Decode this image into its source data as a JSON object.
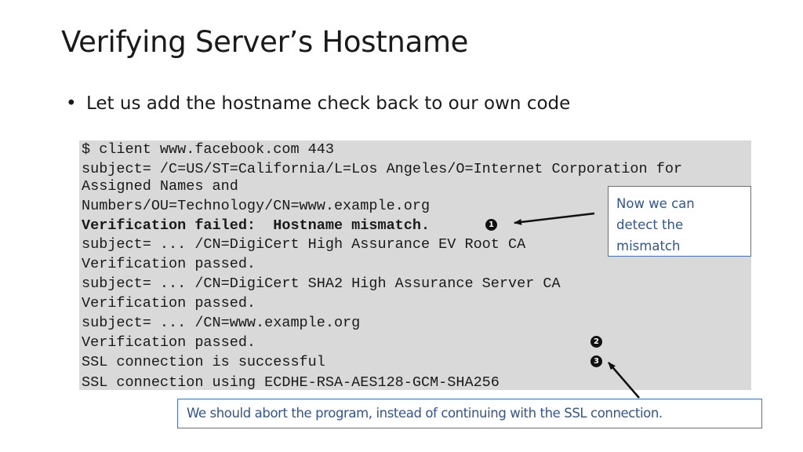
{
  "slide": {
    "title": "Verifying Server’s Hostname",
    "bullet_symbol": "•",
    "bullet_text": "Let us add the hostname check back to our own code"
  },
  "terminal": {
    "lines": [
      {
        "text": "$ client www.facebook.com 443",
        "bold": false
      },
      {
        "text": "subject= /C=US/ST=California/L=Los Angeles/O=Internet Corporation for",
        "bold": false
      },
      {
        "text": "Assigned Names and",
        "bold": false
      },
      {
        "text": "Numbers/OU=Technology/CN=www.example.org",
        "bold": false
      },
      {
        "text": "Verification failed:  Hostname mismatch.",
        "bold": true
      },
      {
        "text": "subject= ... /CN=DigiCert High Assurance EV Root CA",
        "bold": false
      },
      {
        "text": "Verification passed.",
        "bold": false
      },
      {
        "text": "subject= ... /CN=DigiCert SHA2 High Assurance Server CA",
        "bold": false
      },
      {
        "text": "Verification passed.",
        "bold": false
      },
      {
        "text": "subject= ... /CN=www.example.org",
        "bold": false
      },
      {
        "text": "Verification passed.",
        "bold": false
      },
      {
        "text": "SSL connection is successful",
        "bold": false
      },
      {
        "text": "SSL connection using ECDHE-RSA-AES128-GCM-SHA256",
        "bold": false
      }
    ],
    "markers": [
      "1",
      "2",
      "3"
    ]
  },
  "callouts": {
    "right_lines": [
      "Now we can",
      "detect the",
      "mismatch"
    ],
    "bottom": "We should abort the program, instead of continuing with the SSL connection."
  },
  "colors": {
    "code_background": "#d9d9d9",
    "callout_border": "#4472c4",
    "callout_text": "#2f5597",
    "marker_fill": "#111111"
  }
}
